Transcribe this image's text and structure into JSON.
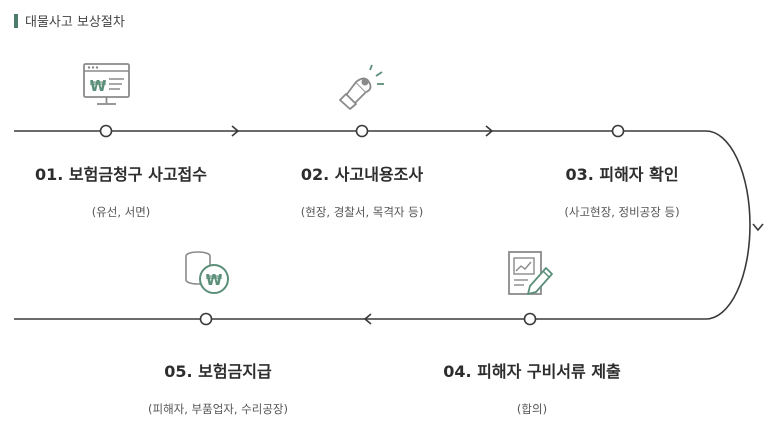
{
  "header": {
    "title": "대물사고 보상절차",
    "accent_color": "#4c7c6a"
  },
  "colors": {
    "line": "#3a3a3a",
    "icon_gray": "#8a8a8a",
    "icon_green": "#5c8f7a"
  },
  "steps": [
    {
      "title": "01. 보험금청구 사고접수",
      "sub": "(유선, 서면)",
      "icon": "computer-won-icon"
    },
    {
      "title": "02. 사고내용조사",
      "sub": "(현장, 경찰서, 목격자 등)",
      "icon": "siren-light-icon"
    },
    {
      "title": "03. 피해자 확인",
      "sub": "(사고현장, 정비공장 등)",
      "icon": ""
    },
    {
      "title": "04. 피해자 구비서류 제출",
      "sub": "(합의)",
      "icon": "document-pen-icon"
    },
    {
      "title": "05. 보험금지급",
      "sub": "(피해자, 부품업자, 수리공장)",
      "icon": "coins-won-icon"
    }
  ],
  "icons": {
    "won_symbol": "₩"
  }
}
